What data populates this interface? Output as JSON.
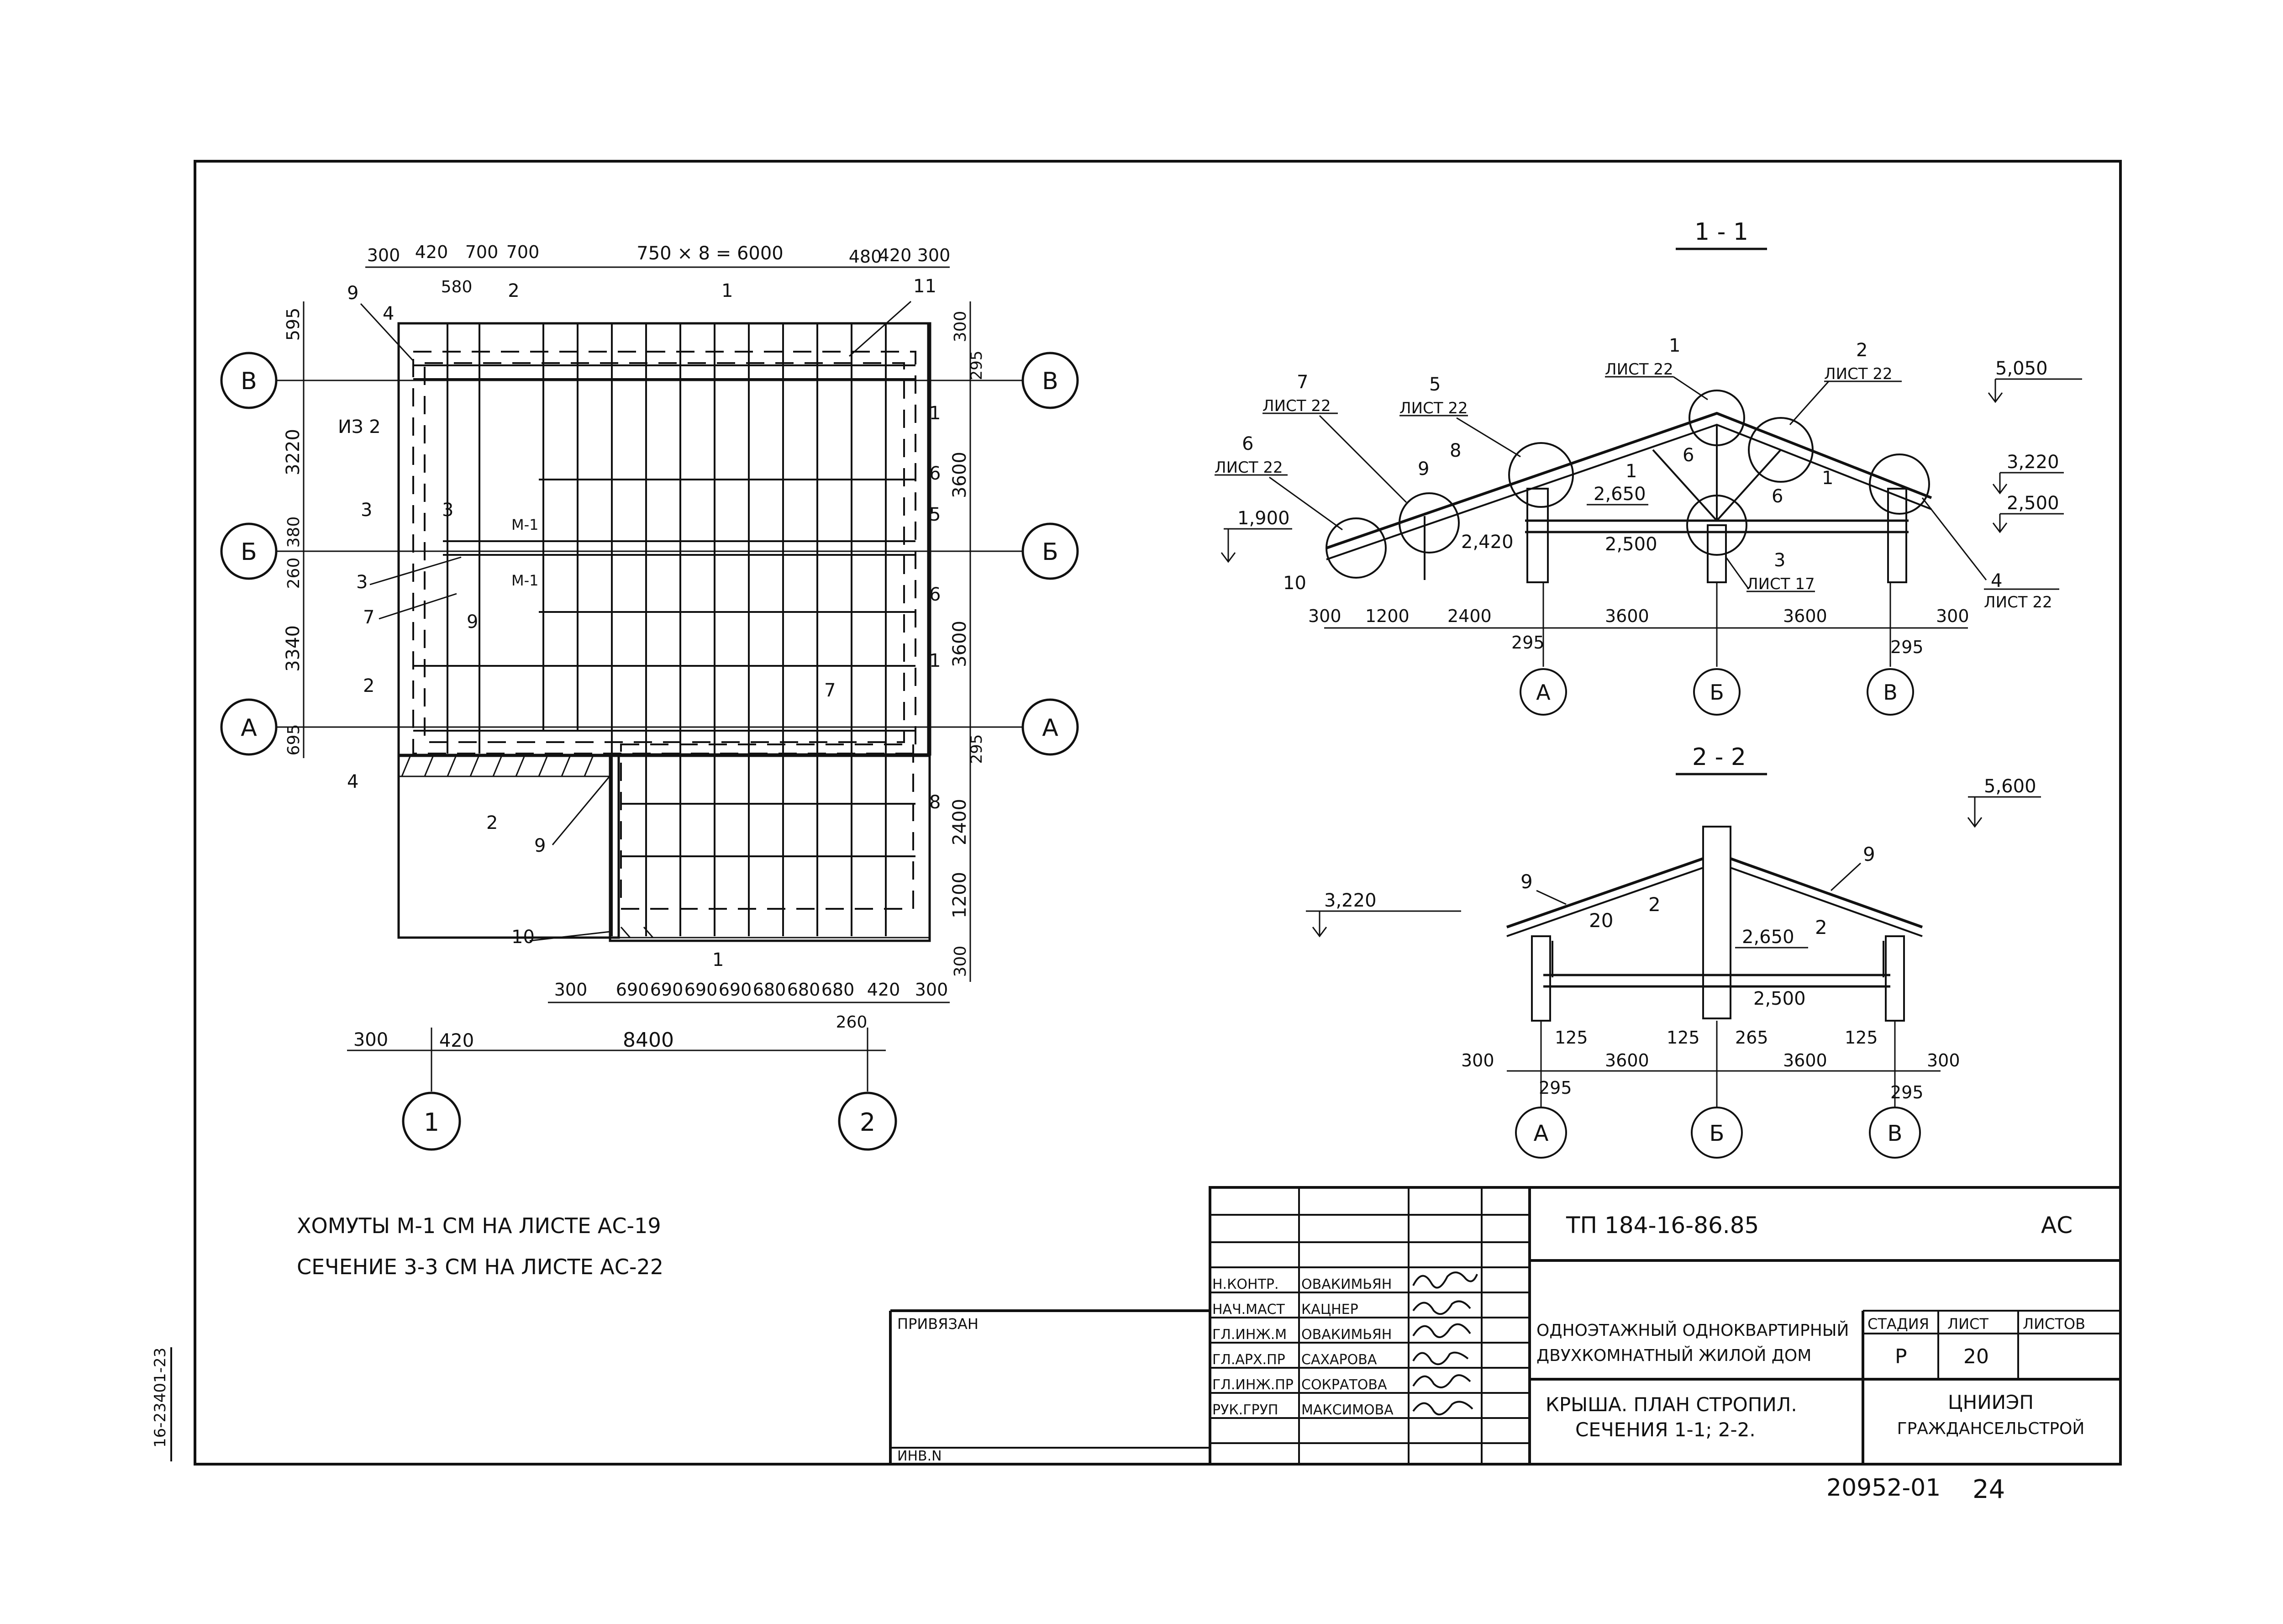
{
  "plan": {
    "top_dims": [
      "300",
      "420",
      "700",
      "700",
      "750 × 8 = 6000",
      "480",
      "420",
      "300"
    ],
    "top_sub": [
      "580",
      "2"
    ],
    "bottom_dims": [
      "300",
      "690",
      "690",
      "690",
      "690",
      "680",
      "680",
      "680",
      "420",
      "300"
    ],
    "bottom_sub": "260",
    "overall": [
      "300",
      "420",
      "8400"
    ],
    "left_dims": [
      "595",
      "3220",
      "380",
      "260",
      "3340",
      "695"
    ],
    "right_dims": [
      "300",
      "295",
      "3600",
      "3600",
      "295",
      "2400",
      "1200",
      "300"
    ],
    "axes_rows": [
      "В",
      "Б",
      "А"
    ],
    "axes_cols": [
      "1",
      "2"
    ],
    "callouts_left": [
      "9",
      "4",
      "ИЗ 2",
      "3",
      "7",
      "2",
      "4",
      "9",
      "10",
      "9"
    ],
    "callouts_right": [
      "11",
      "1",
      "6",
      "5",
      "6",
      "1",
      "7",
      "8"
    ],
    "cut_marks": [
      "1",
      "1",
      "2",
      "3",
      "3",
      "2"
    ],
    "m_marks": [
      "М-1",
      "М-1"
    ],
    "notes": [
      "ХОМУТЫ М-1 СМ НА ЛИСТЕ АС-19",
      "СЕЧЕНИЕ 3-3 СМ НА ЛИСТЕ АС-22"
    ]
  },
  "section11": {
    "title": "1 - 1",
    "callouts": [
      {
        "num": "7",
        "ref": "ЛИСТ 22"
      },
      {
        "num": "6",
        "ref": "ЛИСТ 22"
      },
      {
        "num": "5",
        "ref": "ЛИСТ 22"
      },
      {
        "num": "1",
        "ref": "ЛИСТ 22"
      },
      {
        "num": "2",
        "ref": "ЛИСТ 22"
      },
      {
        "num": "3",
        "ref": "ЛИСТ 17"
      },
      {
        "num": "4",
        "ref": "ЛИСТ 22"
      }
    ],
    "small_labels": [
      "8",
      "9",
      "10",
      "6",
      "6",
      "1",
      "1"
    ],
    "levels": [
      "5,050",
      "3,220",
      "2,500",
      "1,900",
      "2,650",
      "2,420",
      "2,500"
    ],
    "dims": [
      "300",
      "1200",
      "2400",
      "3600",
      "3600",
      "300",
      "295",
      "295"
    ],
    "axes": [
      "А",
      "Б",
      "В"
    ]
  },
  "section22": {
    "title": "2 - 2",
    "labels": [
      "9",
      "20",
      "2",
      "9",
      "2"
    ],
    "levels": [
      "5,600",
      "3,220",
      "2,650",
      "2,500"
    ],
    "dims": [
      "300",
      "125",
      "3600",
      "125",
      "265",
      "3600",
      "125",
      "300",
      "295",
      "295"
    ],
    "axes": [
      "А",
      "Б",
      "В"
    ]
  },
  "stamp": {
    "code": "ТП  184-16-86.85",
    "mark": "АС",
    "privyazan": "ПРИВЯЗАН",
    "inv": "ИНВ.N",
    "roles": [
      {
        "role": "Н.КОНТР.",
        "name": "ОВАКИМЬЯН"
      },
      {
        "role": "НАЧ.МАСТ",
        "name": "КАЦНЕР"
      },
      {
        "role": "ГЛ.ИНЖ.М",
        "name": "ОВАКИМЬЯН"
      },
      {
        "role": "ГЛ.АРХ.ПР",
        "name": "САХАРОВА"
      },
      {
        "role": "ГЛ.ИНЖ.ПР",
        "name": "СОКРАТОВА"
      },
      {
        "role": "РУК.ГРУП",
        "name": "МАКСИМОВА"
      }
    ],
    "project_title": [
      "ОДНОЭТАЖНЫЙ ОДНОКВАРТИРНЫЙ",
      "ДВУХКОМНАТНЫЙ ЖИЛОЙ ДОМ"
    ],
    "sheet_title": [
      "КРЫША.  ПЛАН  СТРОПИЛ.",
      "СЕЧЕНИЯ 1-1; 2-2."
    ],
    "stage_label": "СТАДИЯ",
    "sheet_label": "ЛИСТ",
    "sheets_label": "ЛИСТОВ",
    "stage": "Р",
    "sheet": "20",
    "org": [
      "ЦНИИЭП",
      "ГРАЖДАНСЕЛЬСТРОЙ"
    ],
    "archive_no": "20952-01",
    "page_no": "24",
    "side_code": "16-23401-23"
  }
}
